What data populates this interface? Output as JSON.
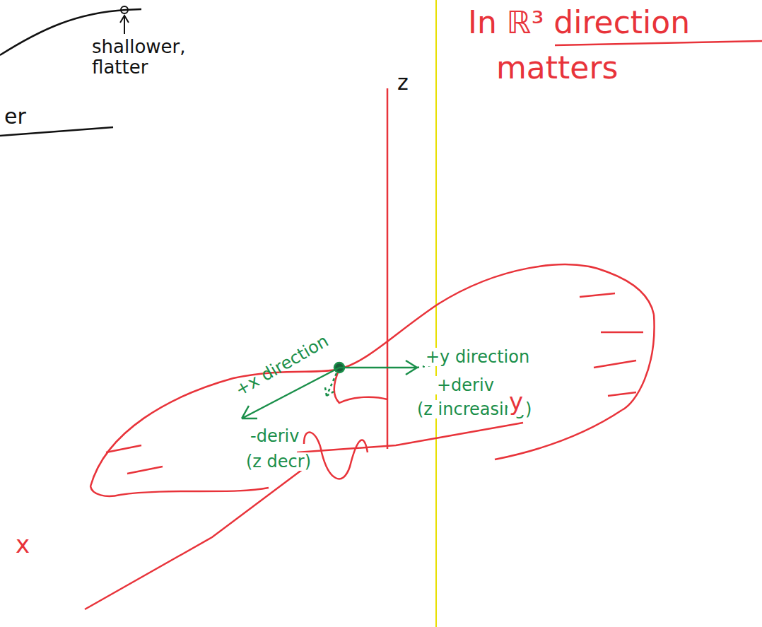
{
  "diagram": {
    "labels": [
      "er",
      "shallower, flatter",
      "In ℝ³ direction",
      "matters",
      "z",
      "+y direction",
      "+deriv",
      "(z increasing)",
      "+x direction",
      "-deriv",
      "(z decr)",
      "y",
      "x"
    ]
  }
}
